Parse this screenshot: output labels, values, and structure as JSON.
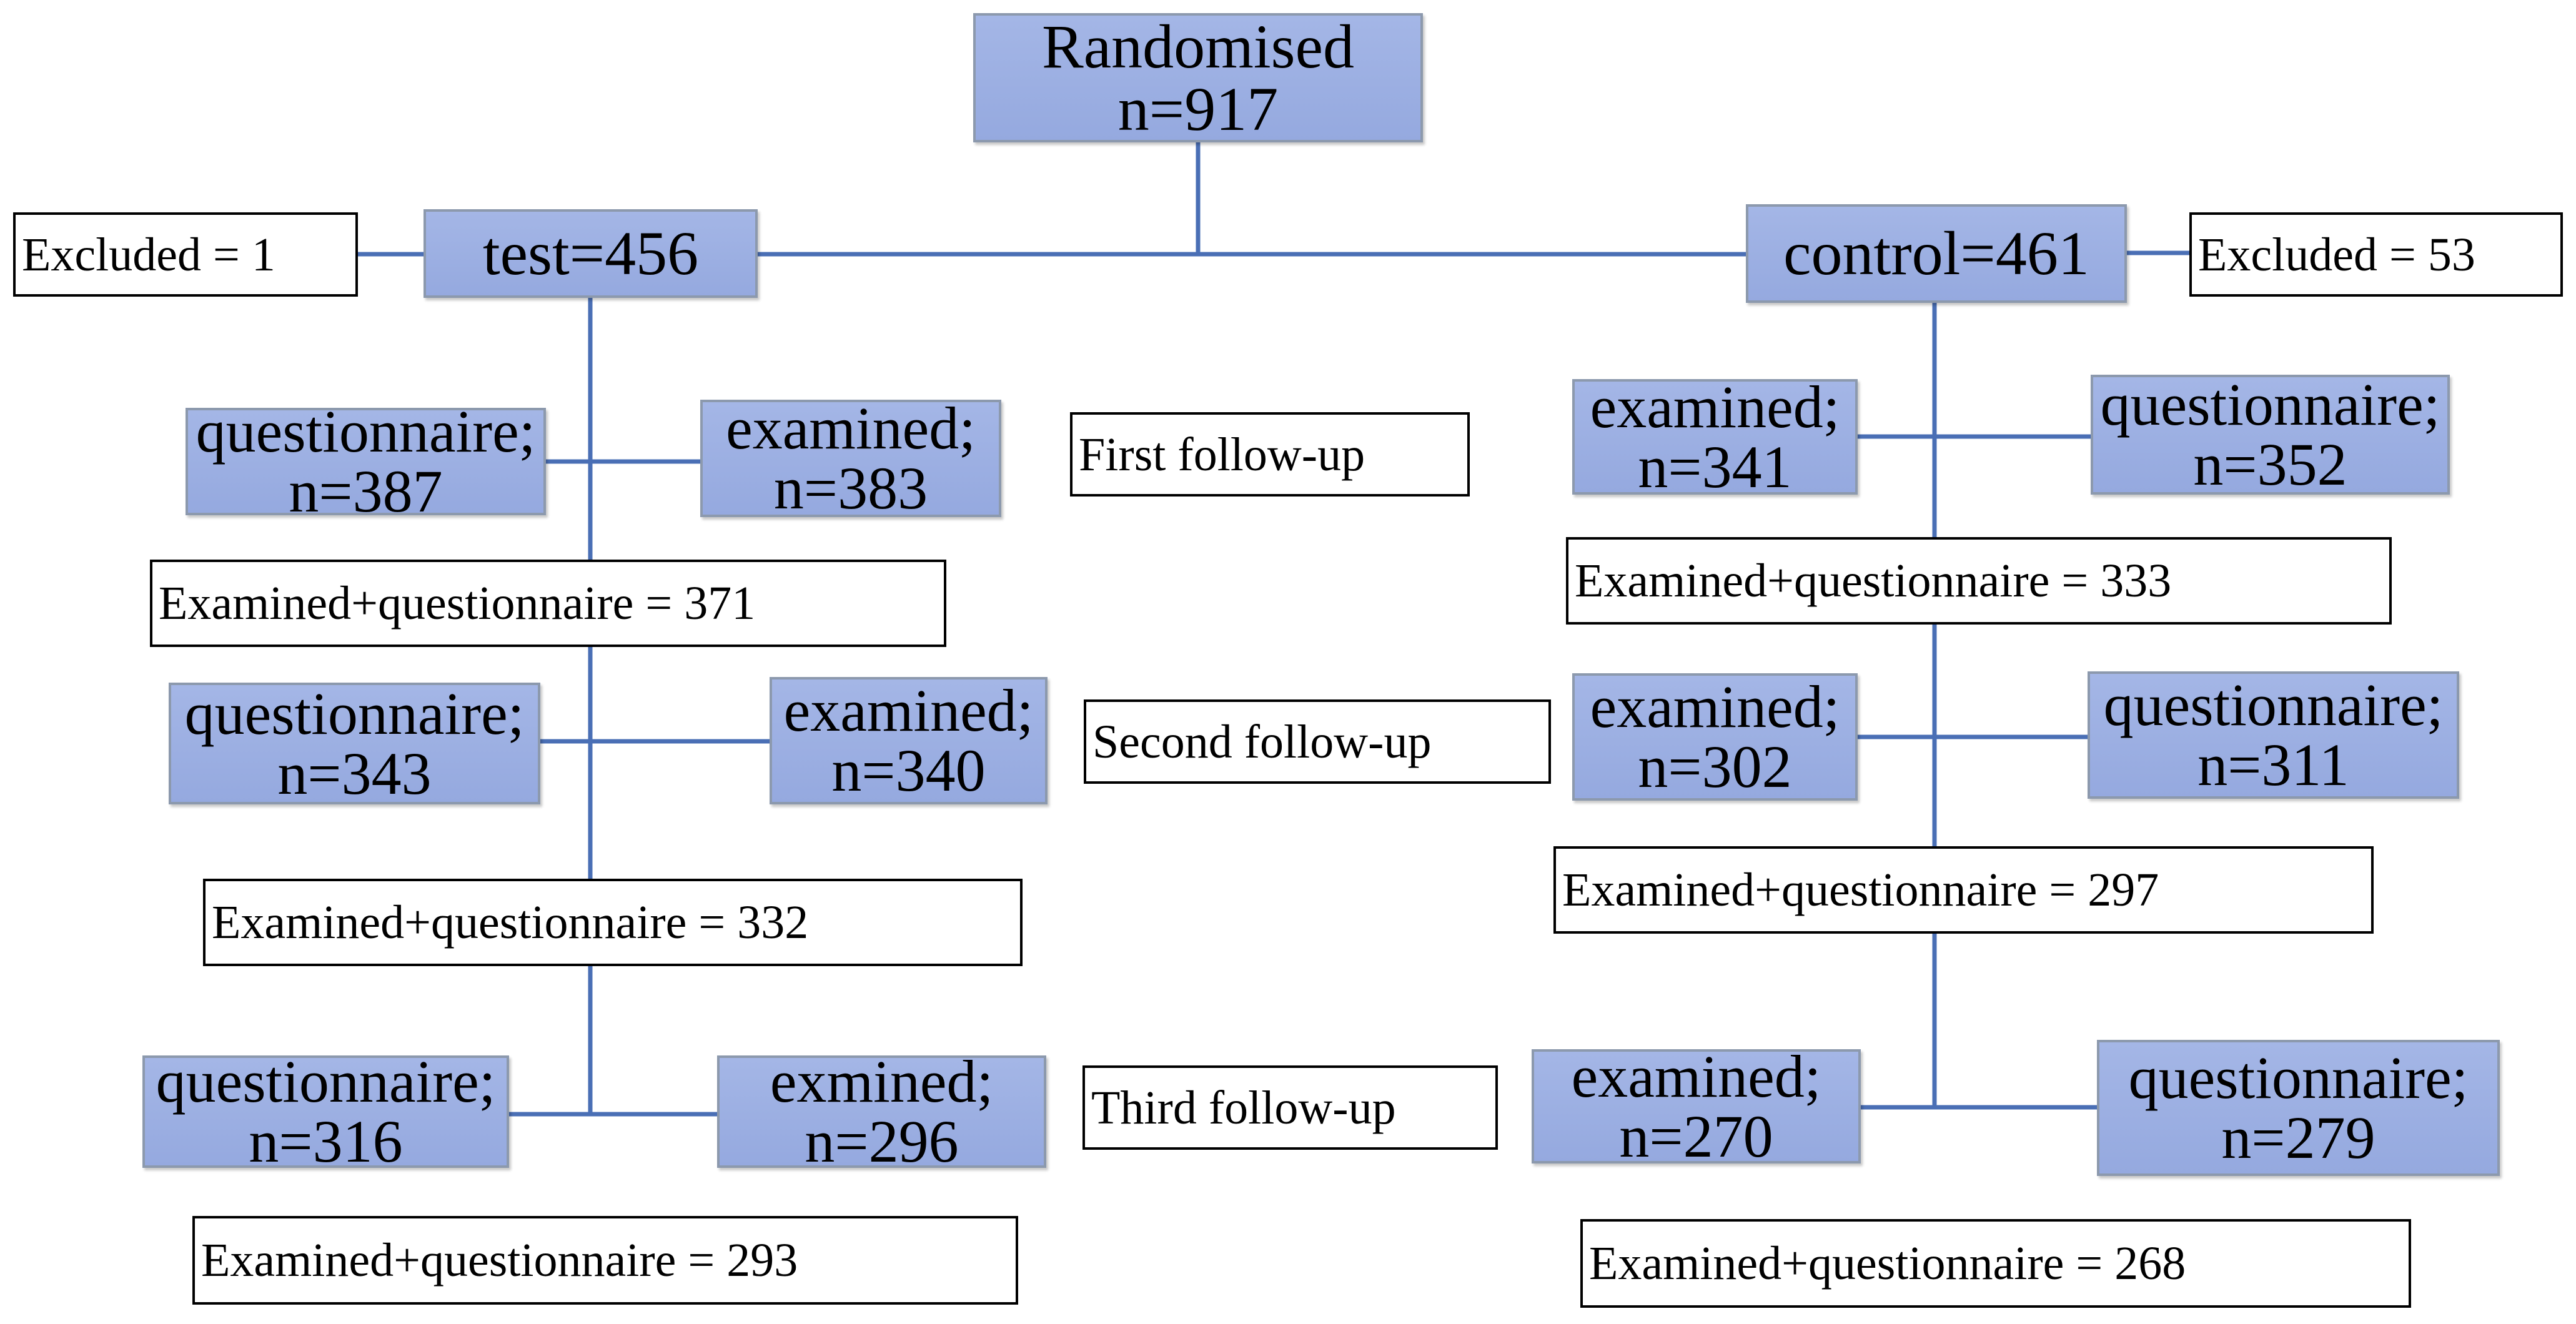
{
  "randomised": {
    "line1": "Randomised",
    "line2": "n=917"
  },
  "test": {
    "label": "test=456",
    "excluded": "Excluded = 1",
    "first": {
      "questionnaire": [
        "questionnaire;",
        "n=387"
      ],
      "examined": [
        "examined;",
        "n=383"
      ],
      "combined": "Examined+questionnaire = 371"
    },
    "second": {
      "questionnaire": [
        "questionnaire;",
        "n=343"
      ],
      "examined": [
        "examined;",
        "n=340"
      ],
      "combined": "Examined+questionnaire = 332"
    },
    "third": {
      "questionnaire": [
        "questionnaire;",
        "n=316"
      ],
      "examined": [
        "exmined;",
        "n=296"
      ],
      "combined": "Examined+questionnaire = 293"
    }
  },
  "control": {
    "label": "control=461",
    "excluded": "Excluded = 53",
    "first": {
      "examined": [
        "examined;",
        "n=341"
      ],
      "questionnaire": [
        "questionnaire;",
        "n=352"
      ],
      "combined": "Examined+questionnaire = 333"
    },
    "second": {
      "examined": [
        "examined;",
        "n=302"
      ],
      "questionnaire": [
        "questionnaire;",
        "n=311"
      ],
      "combined": "Examined+questionnaire = 297"
    },
    "third": {
      "examined": [
        "examined;",
        "n=270"
      ],
      "questionnaire": [
        "questionnaire;",
        "n=279"
      ],
      "combined": "Examined+questionnaire = 268"
    }
  },
  "phases": {
    "first": "First follow-up",
    "second": "Second follow-up",
    "third": "Third follow-up"
  },
  "colors": {
    "box_fill": "#9fb2e4",
    "box_border": "#8c99ad",
    "connector": "#4a6fb5",
    "text": "#000000"
  }
}
